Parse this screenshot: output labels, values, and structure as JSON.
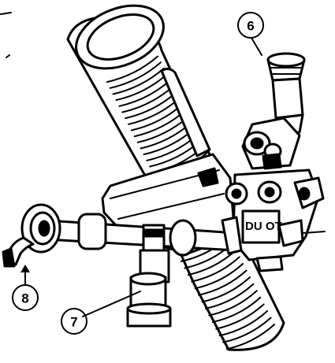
{
  "callouts": {
    "six": "6",
    "seven": "7",
    "eight": "8"
  },
  "gauge_markings": "DU OT",
  "colors": {
    "ink": "#000000",
    "paper": "#ffffff"
  }
}
